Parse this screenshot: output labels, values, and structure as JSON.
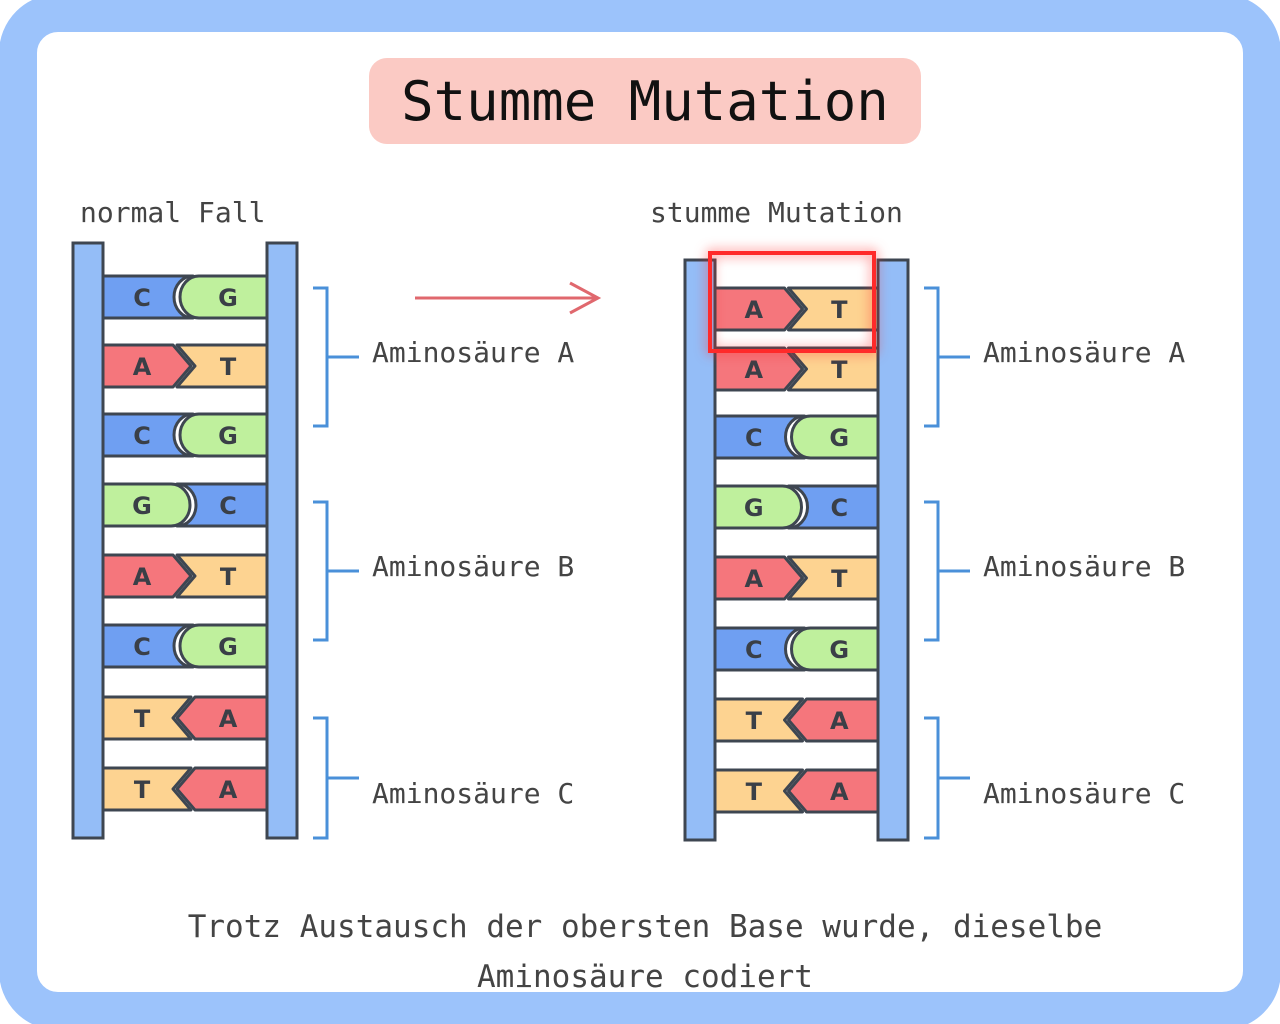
{
  "title": "Stumme Mutation",
  "left_heading": "normal Fall",
  "right_heading": "stumme Mutation",
  "caption": "Trotz Austausch der obersten Base wurde, dieselbe\nAminosäure codiert",
  "colors": {
    "frame": "#9cc3fb",
    "backbone": "#94bdf7",
    "outline": "#3e4651",
    "A": "#f5767c",
    "T": "#fdd391",
    "C": "#6f9ff2",
    "G": "#bff09d",
    "bracket": "#4a90d9",
    "arrow": "#e0686e",
    "highlight": "#ff2a2a",
    "title_bg": "#fbcac4"
  },
  "left_strand": {
    "pairs": [
      [
        "C",
        "G"
      ],
      [
        "A",
        "T"
      ],
      [
        "C",
        "G"
      ],
      [
        "G",
        "C"
      ],
      [
        "A",
        "T"
      ],
      [
        "C",
        "G"
      ],
      [
        "T",
        "A"
      ],
      [
        "T",
        "A"
      ]
    ],
    "groups": [
      "Aminosäure A",
      "Aminosäure B",
      "Aminosäure C"
    ]
  },
  "right_strand": {
    "pairs": [
      [
        "A",
        "T"
      ],
      [
        "A",
        "T"
      ],
      [
        "C",
        "G"
      ],
      [
        "G",
        "C"
      ],
      [
        "A",
        "T"
      ],
      [
        "C",
        "G"
      ],
      [
        "T",
        "A"
      ],
      [
        "T",
        "A"
      ]
    ],
    "groups": [
      "Aminosäure A",
      "Aminosäure B",
      "Aminosäure C"
    ],
    "mutated_pair_index": 0
  }
}
